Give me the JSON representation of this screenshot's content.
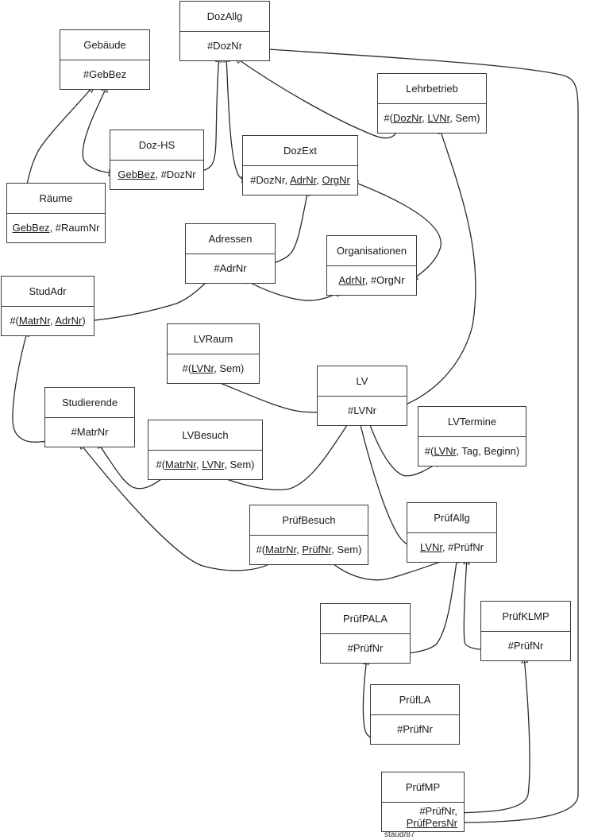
{
  "diagram": {
    "relations": [
      {
        "id": "DozAllg",
        "title": "DozAllg",
        "key": [
          {
            "t": "#DozNr",
            "u": false
          }
        ]
      },
      {
        "id": "Gebaeude",
        "title": "Gebäude",
        "key": [
          {
            "t": "#GebBez",
            "u": false
          }
        ]
      },
      {
        "id": "Lehrbetrieb",
        "title": "Lehrbetrieb",
        "key": [
          {
            "t": "#(",
            "u": false
          },
          {
            "t": "DozNr",
            "u": true
          },
          {
            "t": ", ",
            "u": false
          },
          {
            "t": "LVNr",
            "u": true
          },
          {
            "t": ", Sem)",
            "u": false
          }
        ]
      },
      {
        "id": "DozHS",
        "title": "Doz-HS",
        "key": [
          {
            "t": "GebBez",
            "u": true
          },
          {
            "t": ", #DozNr",
            "u": false
          }
        ]
      },
      {
        "id": "DozExt",
        "title": "DozExt",
        "key": [
          {
            "t": "#DozNr, ",
            "u": false
          },
          {
            "t": "AdrNr",
            "u": true
          },
          {
            "t": ", ",
            "u": false
          },
          {
            "t": "OrgNr",
            "u": true
          }
        ]
      },
      {
        "id": "Raeume",
        "title": "Räume",
        "key": [
          {
            "t": "GebBez",
            "u": true
          },
          {
            "t": ", #RaumNr",
            "u": false
          }
        ]
      },
      {
        "id": "Adressen",
        "title": "Adressen",
        "key": [
          {
            "t": "#AdrNr",
            "u": false
          }
        ]
      },
      {
        "id": "Organisationen",
        "title": "Organisationen",
        "key": [
          {
            "t": "AdrNr",
            "u": true
          },
          {
            "t": ", #OrgNr",
            "u": false
          }
        ]
      },
      {
        "id": "StudAdr",
        "title": "StudAdr",
        "key": [
          {
            "t": "#(",
            "u": false
          },
          {
            "t": "MatrNr",
            "u": true
          },
          {
            "t": ", ",
            "u": false
          },
          {
            "t": "AdrNr",
            "u": true
          },
          {
            "t": ")",
            "u": false
          }
        ]
      },
      {
        "id": "LVRaum",
        "title": "LVRaum",
        "key": [
          {
            "t": "#(",
            "u": false
          },
          {
            "t": "LVNr",
            "u": true
          },
          {
            "t": ", Sem)",
            "u": false
          }
        ]
      },
      {
        "id": "LV",
        "title": "LV",
        "key": [
          {
            "t": "#LVNr",
            "u": false
          }
        ]
      },
      {
        "id": "Studierende",
        "title": "Studierende",
        "key": [
          {
            "t": "#MatrNr",
            "u": false
          }
        ]
      },
      {
        "id": "LVBesuch",
        "title": "LVBesuch",
        "key": [
          {
            "t": "#(",
            "u": false
          },
          {
            "t": "MatrNr",
            "u": true
          },
          {
            "t": ", ",
            "u": false
          },
          {
            "t": "LVNr",
            "u": true
          },
          {
            "t": ", Sem)",
            "u": false
          }
        ]
      },
      {
        "id": "LVTermine",
        "title": "LVTermine",
        "key": [
          {
            "t": "#(",
            "u": false
          },
          {
            "t": "LVNr",
            "u": true
          },
          {
            "t": ", Tag, Beginn)",
            "u": false
          }
        ]
      },
      {
        "id": "PruefBesuch",
        "title": "PrüfBesuch",
        "key": [
          {
            "t": "#(",
            "u": false
          },
          {
            "t": "MatrNr",
            "u": true
          },
          {
            "t": ", ",
            "u": false
          },
          {
            "t": "PrüfNr",
            "u": true
          },
          {
            "t": ", Sem)",
            "u": false
          }
        ]
      },
      {
        "id": "PruefAllg",
        "title": "PrüfAllg",
        "key": [
          {
            "t": "LVNr",
            "u": true
          },
          {
            "t": ", #PrüfNr",
            "u": false
          }
        ]
      },
      {
        "id": "PruefPALA",
        "title": "PrüfPALA",
        "key": [
          {
            "t": "#PrüfNr",
            "u": false
          }
        ]
      },
      {
        "id": "PruefKLMP",
        "title": "PrüfKLMP",
        "key": [
          {
            "t": "#PrüfNr",
            "u": false
          }
        ]
      },
      {
        "id": "PruefLA",
        "title": "PrüfLA",
        "key": [
          {
            "t": "#PrüfNr",
            "u": false
          }
        ]
      },
      {
        "id": "PruefMP",
        "title": "PrüfMP",
        "key": [
          {
            "t": "#PrüfNr,",
            "u": false
          },
          {
            "t": "\n",
            "u": false
          },
          {
            "t": "PrüfPersNr",
            "u": true
          }
        ]
      }
    ],
    "relationships": [
      [
        "DozAllg",
        "DozHS"
      ],
      [
        "DozAllg",
        "DozExt"
      ],
      [
        "DozAllg",
        "Lehrbetrieb"
      ],
      [
        "DozAllg",
        "PruefMP"
      ],
      [
        "Gebaeude",
        "Raeume"
      ],
      [
        "Gebaeude",
        "DozHS"
      ],
      [
        "DozExt",
        "Adressen"
      ],
      [
        "DozExt",
        "Organisationen"
      ],
      [
        "Adressen",
        "Organisationen"
      ],
      [
        "Adressen",
        "StudAdr"
      ],
      [
        "StudAdr",
        "Studierende"
      ],
      [
        "Lehrbetrieb",
        "LV"
      ],
      [
        "LVRaum",
        "LV"
      ],
      [
        "LVBesuch",
        "LV"
      ],
      [
        "LVTermine",
        "LV"
      ],
      [
        "PruefAllg",
        "LV"
      ],
      [
        "Studierende",
        "LVBesuch"
      ],
      [
        "Studierende",
        "PruefBesuch"
      ],
      [
        "PruefBesuch",
        "PruefAllg"
      ],
      [
        "PruefPALA",
        "PruefAllg"
      ],
      [
        "PruefKLMP",
        "PruefAllg"
      ],
      [
        "PruefPALA",
        "PruefLA"
      ],
      [
        "PruefKLMP",
        "PruefMP"
      ]
    ],
    "credit": "staud/87"
  }
}
